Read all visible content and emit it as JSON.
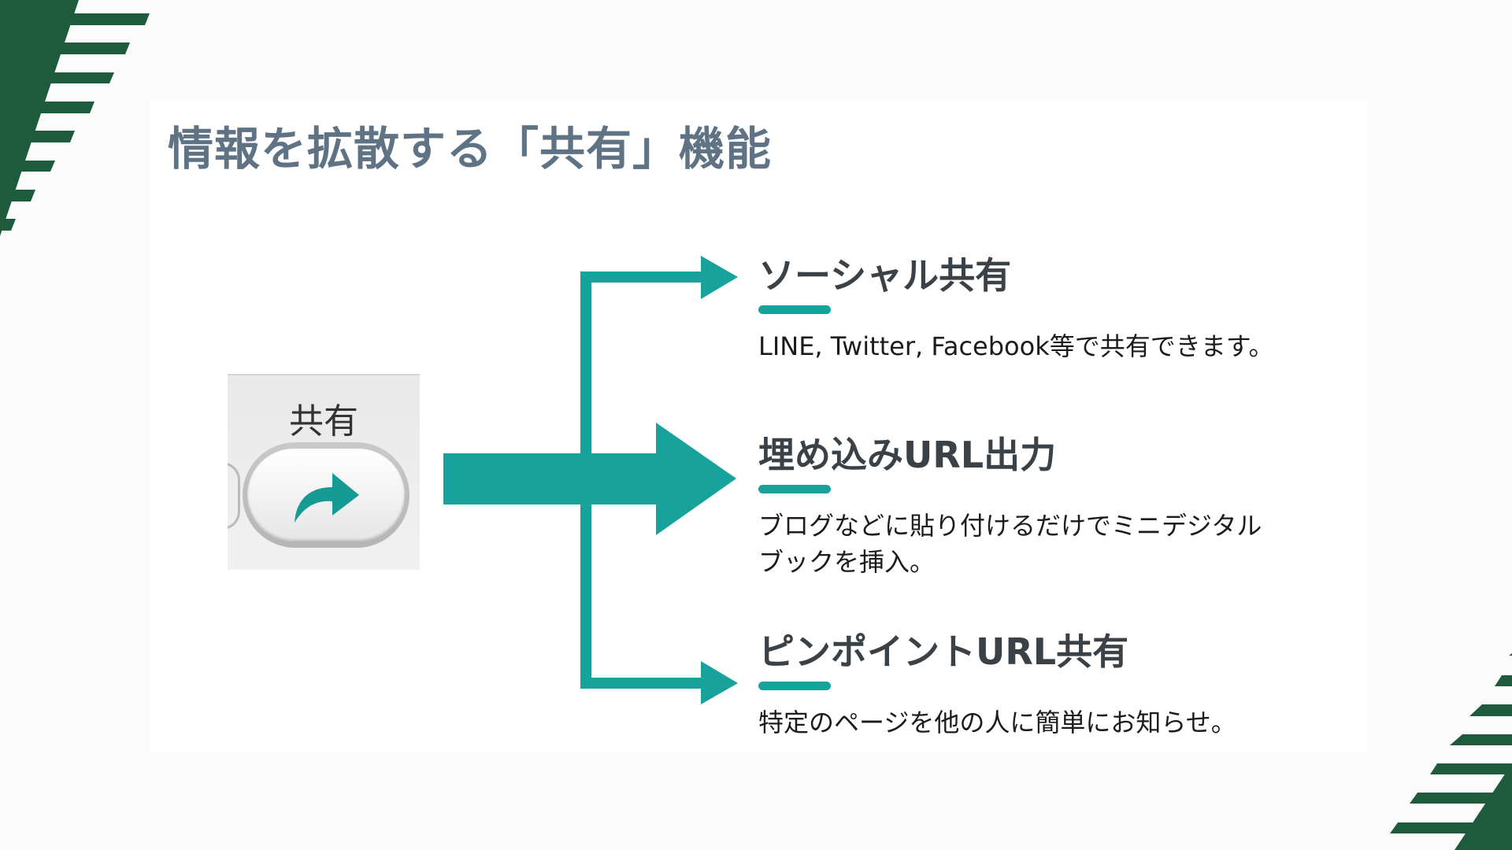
{
  "title": "情報を拡散する「共有」機能",
  "share_button": {
    "label": "共有",
    "icon": "share-arrow-icon"
  },
  "items": [
    {
      "heading": "ソーシャル共有",
      "description": [
        "LINE, Twitter, Facebook等で共有できます。"
      ]
    },
    {
      "heading": "埋め込みURL出力",
      "description": [
        "ブログなどに貼り付けるだけでミニデジタル",
        "ブックを挿入。"
      ]
    },
    {
      "heading": "ピンポイントURL共有",
      "description": [
        "特定のページを他の人に簡単にお知らせ。"
      ]
    }
  ],
  "colors": {
    "accent": "#17a39c",
    "decoration": "#1e5a3c",
    "title": "#5f7384"
  }
}
